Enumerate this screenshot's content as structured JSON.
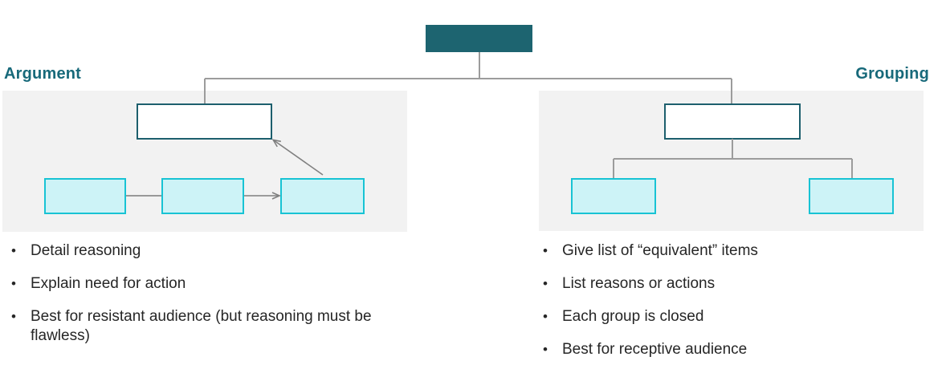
{
  "slide": {
    "headings": {
      "left": "Argument",
      "right": "Grouping"
    },
    "bullet_glyph": "•",
    "bullets": {
      "left": [
        "Detail reasoning",
        "Explain need for action",
        "Best for resistant audience (but reasoning must be flawless)"
      ],
      "right": [
        "Give list of “equivalent” items",
        "List reasons or actions",
        "Each group is closed",
        "Best for receptive audience"
      ]
    },
    "diagram": {
      "root_node_label": "",
      "argument_parent_node_label": "",
      "argument_step_node_labels": [
        "",
        "",
        ""
      ],
      "grouping_parent_node_label": "",
      "grouping_item_node_labels": [
        "",
        ""
      ]
    },
    "colors": {
      "root_box_fill": "#1D6470",
      "heading_text": "#17697A",
      "parent_node_border": "#1D5F6D",
      "parent_node_fill": "#FFFFFF",
      "leaf_node_border": "#18C3D4",
      "leaf_node_fill": "#CDF3F7",
      "panel_background": "#F2F2F2",
      "connector_line": "#9C9C9C",
      "arrow_line": "#808080",
      "body_text": "#262626"
    }
  }
}
